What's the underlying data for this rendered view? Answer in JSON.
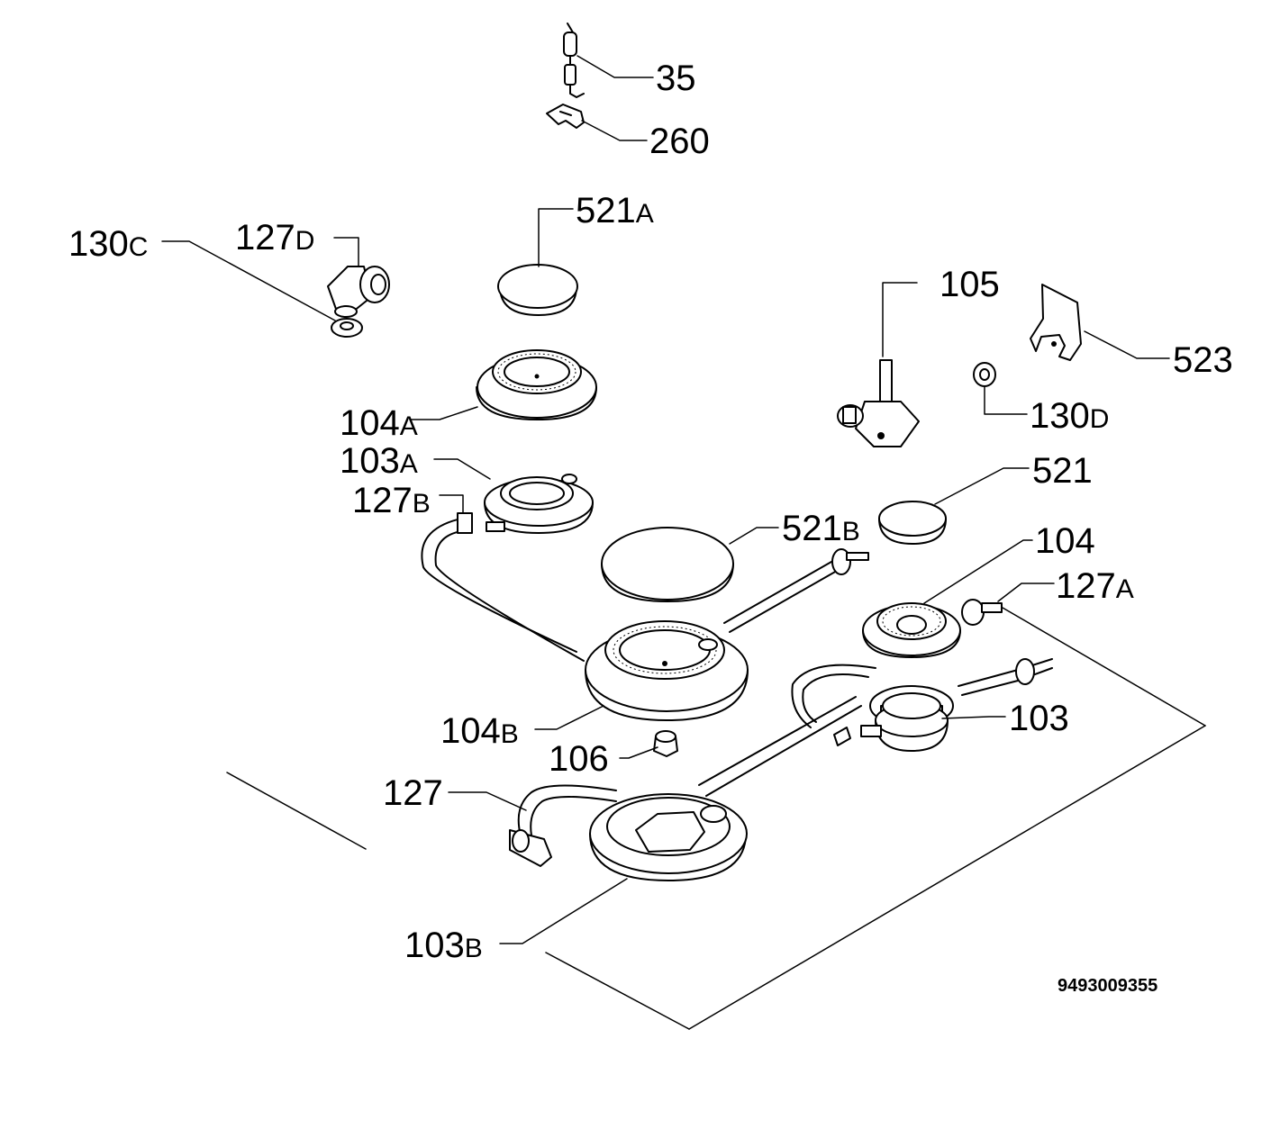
{
  "callouts": [
    {
      "id": "35",
      "num": "35",
      "suffix": ""
    },
    {
      "id": "260",
      "num": "260",
      "suffix": ""
    },
    {
      "id": "521a",
      "num": "521",
      "suffix": "A"
    },
    {
      "id": "127d",
      "num": "127",
      "suffix": "D"
    },
    {
      "id": "130c",
      "num": "130",
      "suffix": "C"
    },
    {
      "id": "105",
      "num": "105",
      "suffix": ""
    },
    {
      "id": "523",
      "num": "523",
      "suffix": ""
    },
    {
      "id": "130d",
      "num": "130",
      "suffix": "D"
    },
    {
      "id": "104a",
      "num": "104",
      "suffix": "A"
    },
    {
      "id": "103a",
      "num": "103",
      "suffix": "A"
    },
    {
      "id": "127b",
      "num": "127",
      "suffix": "B"
    },
    {
      "id": "521",
      "num": "521",
      "suffix": ""
    },
    {
      "id": "521b",
      "num": "521",
      "suffix": "B"
    },
    {
      "id": "104",
      "num": "104",
      "suffix": ""
    },
    {
      "id": "127a",
      "num": "127",
      "suffix": "A"
    },
    {
      "id": "103",
      "num": "103",
      "suffix": ""
    },
    {
      "id": "104b",
      "num": "104",
      "suffix": "B"
    },
    {
      "id": "106",
      "num": "106",
      "suffix": ""
    },
    {
      "id": "127",
      "num": "127",
      "suffix": ""
    },
    {
      "id": "103b",
      "num": "103",
      "suffix": "B"
    }
  ],
  "document_code": "9493009355"
}
